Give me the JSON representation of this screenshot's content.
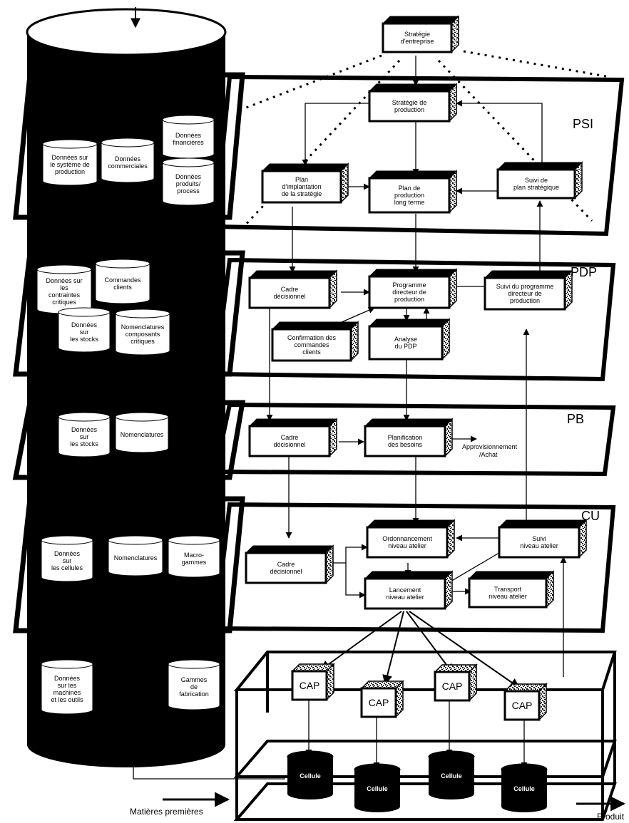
{
  "levels": {
    "psi": "PSI",
    "pdp": "PDP",
    "pb": "PB",
    "cu": "CU"
  },
  "boxes": {
    "strategie_entreprise": [
      "Stratégie",
      "d'entreprise"
    ],
    "strategie_production": [
      "Stratégie de",
      "production"
    ],
    "plan_implantation": [
      "Plan",
      "d'implantation",
      "de la stratégie"
    ],
    "plan_production": [
      "Plan de",
      "production",
      "long terme"
    ],
    "suivi_plan_strategique": [
      "Suivi de",
      "plan stratégique"
    ],
    "cadre_decisionnel_pdp": [
      "Cadre",
      "décisionnel"
    ],
    "programme_directeur": [
      "Programme",
      "directeur de",
      "production"
    ],
    "suivi_programme": [
      "Suivi du programme",
      "directeur de",
      "production"
    ],
    "confirmation_commandes": [
      "Confirmation des",
      "commandes",
      "clients"
    ],
    "analyse_pdp": [
      "Analyse",
      "du PDP"
    ],
    "cadre_decisionnel_pb": [
      "Cadre",
      "décisionnel"
    ],
    "planification_besoins": [
      "Planification",
      "des besoins"
    ],
    "ordonnancement": [
      "Ordonnancement",
      "niveau atelier"
    ],
    "suivi_atelier": [
      "Suivi",
      "niveau atelier"
    ],
    "cadre_decisionnel_cu": [
      "Cadre",
      "décisionnel"
    ],
    "lancement": [
      "Lancement",
      "niveau atelier"
    ],
    "transport": [
      "Transport",
      "niveau atelier"
    ]
  },
  "databases": {
    "donnees_financieres": [
      "Données",
      "financières"
    ],
    "donnees_systeme": [
      "Données sur",
      "le système de",
      "production"
    ],
    "donnees_commerciales": [
      "Données",
      "commerciales"
    ],
    "donnees_produits": [
      "Données",
      "produits/",
      "process"
    ],
    "donnees_contraintes": [
      "Données sur",
      "les",
      "contraintes",
      "critiques"
    ],
    "commandes_clients": [
      "Commandes",
      "clients"
    ],
    "donnees_stocks_pdp": [
      "Données",
      "sur",
      "les stocks"
    ],
    "nomenclatures_composants": [
      "Nomenclatures",
      "composants",
      "critiques"
    ],
    "donnees_stocks_pb": [
      "Données",
      "sur",
      "les stocks"
    ],
    "nomenclatures_pb": [
      "Nomenclatures"
    ],
    "donnees_cellules": [
      "Données",
      "sur",
      "les cellules"
    ],
    "nomenclatures_cu": [
      "Nomenclatures"
    ],
    "macro_gammes": [
      "Macro-",
      "gammes"
    ],
    "donnees_machines": [
      "Données",
      "sur les",
      "machines",
      "et les outils"
    ],
    "gammes_fabrication": [
      "Gammes",
      "de",
      "fabrication"
    ]
  },
  "cap_label": "CAP",
  "cellule_label": "Cellule",
  "approvisionnement": [
    "Approvisionnement",
    "/Achat"
  ],
  "matieres_premieres": "Matières premières",
  "produit": "Produit",
  "colors": {
    "ink": "#000000",
    "paper": "#ffffff"
  }
}
